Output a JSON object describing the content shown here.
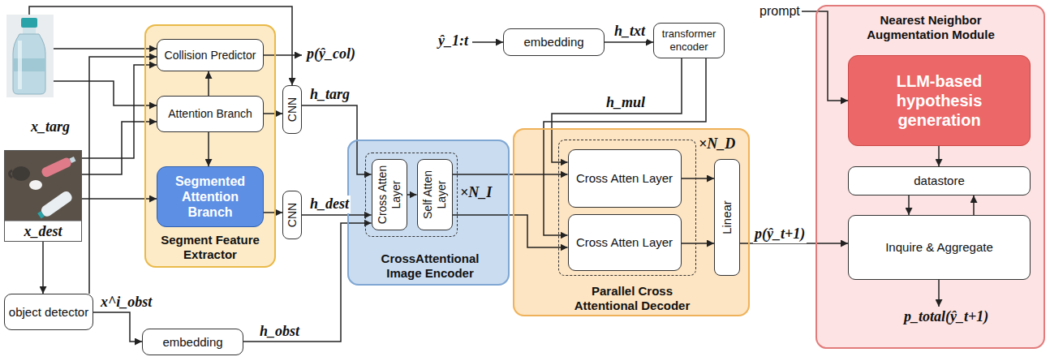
{
  "diagram": {
    "nodes": [
      {
        "text": [
          "x_targ"
        ]
      },
      {
        "text": [
          "x_dest"
        ]
      },
      {
        "text": [
          "Segment Feature Extractor"
        ]
      },
      {
        "text": [
          "Collision Predictor"
        ],
        "in": 2
      },
      {
        "text": [
          "Attention Branch"
        ],
        "in": 2
      },
      {
        "text": [
          "Segmented Attention Branch"
        ],
        "in": 2
      },
      {
        "text": [
          "object detector"
        ]
      },
      {
        "text": [
          "CNN"
        ]
      },
      {
        "text": [
          "CNN"
        ]
      },
      {
        "text": [
          "embedding"
        ]
      },
      {
        "text": [
          "CrossAttentional Image Encoder"
        ]
      },
      {
        "text": [
          "×N_I"
        ],
        "in": 10
      },
      {
        "text": [
          "Cross Atten Layer"
        ],
        "in": 11
      },
      {
        "text": [
          "Self Atten Layer"
        ],
        "in": 11
      },
      {
        "text": [
          "embedding"
        ]
      },
      {
        "text": [
          "transformer encoder"
        ]
      },
      {
        "text": [
          "Parallel Cross Attentional Decoder"
        ]
      },
      {
        "text": [
          "×N_D"
        ],
        "in": 16
      },
      {
        "text": [
          "Cross Atten Layer"
        ],
        "in": 17
      },
      {
        "text": [
          "Cross Atten Layer"
        ],
        "in": 17
      },
      {
        "text": [
          "Linear"
        ],
        "in": 16
      },
      {
        "text": [
          "Nearest Neighbor Augmentation Module"
        ]
      },
      {
        "text": [
          "LLM-based hypothesis generation"
        ],
        "in": 21
      },
      {
        "text": [
          "datastore"
        ],
        "in": 21
      },
      {
        "text": [
          "Inquire & Aggregate"
        ],
        "in": 21
      }
    ],
    "edges": [
      {
        "from": 0,
        "to": 3,
        "arrow": "to"
      },
      {
        "from": 0,
        "to": 4,
        "arrow": "to"
      },
      {
        "from": 0,
        "to": 7,
        "arrow": "to"
      },
      {
        "from": 1,
        "to": 3,
        "arrow": "to"
      },
      {
        "from": 1,
        "to": 4,
        "arrow": "to"
      },
      {
        "from": 1,
        "to": 5,
        "arrow": "to"
      },
      {
        "from": 1,
        "to": 6,
        "arrow": "to"
      },
      {
        "from": 6,
        "to": 3,
        "arrow": "to"
      },
      {
        "from": 6,
        "to": 9,
        "arrow": "to",
        "label": "x^i_obst"
      },
      {
        "from": 4,
        "to": 3,
        "arrow": "to"
      },
      {
        "from": 4,
        "to": 5,
        "arrow": "to"
      },
      {
        "from": 4,
        "to": 7,
        "arrow": "to"
      },
      {
        "from": 5,
        "to": 8,
        "arrow": "to"
      },
      {
        "from": 7,
        "to": 12,
        "arrow": "to",
        "label": "h_targ"
      },
      {
        "from": 8,
        "to": 12,
        "arrow": "to",
        "label": "h_dest"
      },
      {
        "from": 9,
        "to": 12,
        "arrow": "to",
        "label": "h_obst"
      },
      {
        "from": 12,
        "to": 13,
        "arrow": "to"
      },
      {
        "from": 13,
        "to": 18,
        "arrow": "to"
      },
      {
        "from": 13,
        "to": 19,
        "arrow": "to"
      },
      {
        "from": 15,
        "to": 18,
        "arrow": "to",
        "label": "h_mul"
      },
      {
        "from": 15,
        "to": 19,
        "arrow": "to"
      },
      {
        "from": 14,
        "to": 15,
        "arrow": "to",
        "label": "h_txt"
      },
      {
        "from": 18,
        "to": 20,
        "arrow": "to"
      },
      {
        "from": 19,
        "to": 20,
        "arrow": "to"
      },
      {
        "from": 20,
        "to": 24,
        "arrow": "to",
        "label": "p(ŷ_t+1)"
      },
      {
        "from": 22,
        "to": 23,
        "arrow": "to"
      },
      {
        "from": 23,
        "to": 24,
        "arrow": "to"
      },
      {
        "from": 24,
        "to": 23,
        "arrow": "to"
      }
    ],
    "labels": [
      "p(ŷ_col)",
      "ŷ_1:t",
      "prompt",
      "p_total(ŷ_t+1)"
    ]
  }
}
